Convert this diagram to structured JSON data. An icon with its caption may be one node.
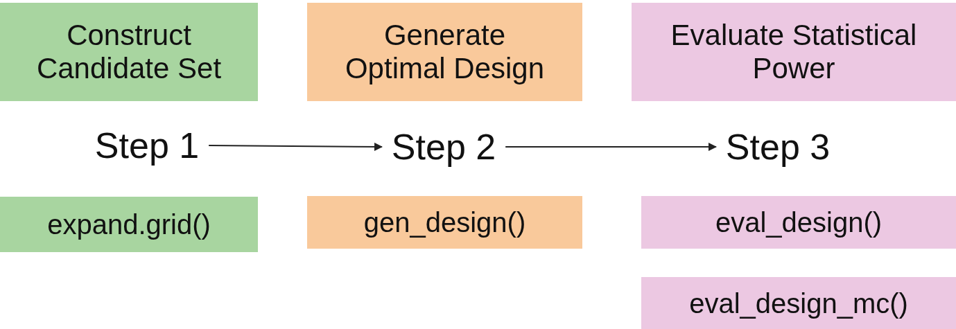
{
  "diagram": {
    "nodes": [
      {
        "text": [
          "Construct Candidate Set"
        ]
      },
      {
        "text": [
          "Generate Optimal Design"
        ]
      },
      {
        "text": [
          "Evaluate Statistical Power"
        ]
      },
      {
        "text": [
          "Step 1"
        ]
      },
      {
        "text": [
          "Step 2"
        ]
      },
      {
        "text": [
          "Step 3"
        ]
      },
      {
        "text": [
          "expand.grid()"
        ]
      },
      {
        "text": [
          "gen_design()"
        ]
      },
      {
        "text": [
          "eval_design()"
        ]
      },
      {
        "text": [
          "eval_design_mc()"
        ]
      }
    ],
    "edges": [
      {
        "from": 3,
        "to": 4,
        "arrow": "to"
      },
      {
        "from": 4,
        "to": 5,
        "arrow": "to"
      }
    ]
  }
}
